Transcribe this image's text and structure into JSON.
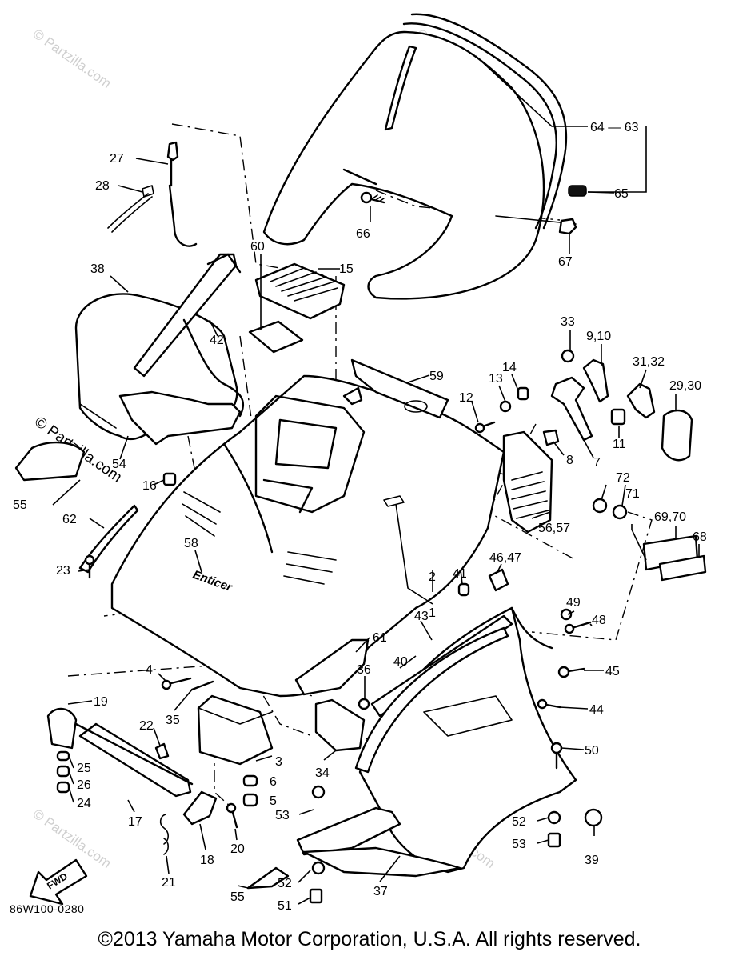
{
  "watermark_text": "© Partzilla.com",
  "watermark_text_dark": "© Partzilla.com",
  "fwd_arrow_label": "FWD",
  "hood_logo_text": "Enticer",
  "drawing_code": "86W100-0280",
  "copyright": "©2013  Yamaha Motor Corporation, U.S.A. All rights reserved.",
  "callouts": {
    "c64_63": "64 — 63",
    "c65": "65",
    "c66": "66",
    "c67": "67",
    "c27": "27",
    "c28": "28",
    "c38": "38",
    "c42": "42",
    "c15": "15",
    "c60": "60",
    "c33": "33",
    "c9_10": "9,10",
    "c31_32": "31,32",
    "c29_30": "29,30",
    "c59": "59",
    "c14": "14",
    "c13": "13",
    "c12": "12",
    "c11": "11",
    "c7": "7",
    "c8": "8",
    "c54": "54",
    "c55a": "55",
    "c16": "16",
    "c62": "62",
    "c72": "72",
    "c71": "71",
    "c56_57": "56,57",
    "c69_70": "69,70",
    "c68": "68",
    "c58": "58",
    "c23": "23",
    "c2": "2",
    "c1": "1",
    "c41": "41",
    "c46_47": "46,47",
    "c49": "49",
    "c48": "48",
    "c43": "43",
    "c40": "40",
    "c61": "61",
    "c45": "45",
    "c4": "4",
    "c35": "35",
    "c36": "36",
    "c44": "44",
    "c19": "19",
    "c22": "22",
    "c3": "3",
    "c34": "34",
    "c50": "50",
    "c25": "25",
    "c26": "26",
    "c24": "24",
    "c6": "6",
    "c5": "5",
    "c53a": "53",
    "c52a": "52",
    "c53b": "53",
    "c39": "39",
    "c17": "17",
    "c20": "20",
    "c18": "18",
    "c21": "21",
    "c55b": "55",
    "c37": "37",
    "c52b": "52",
    "c51": "51"
  }
}
